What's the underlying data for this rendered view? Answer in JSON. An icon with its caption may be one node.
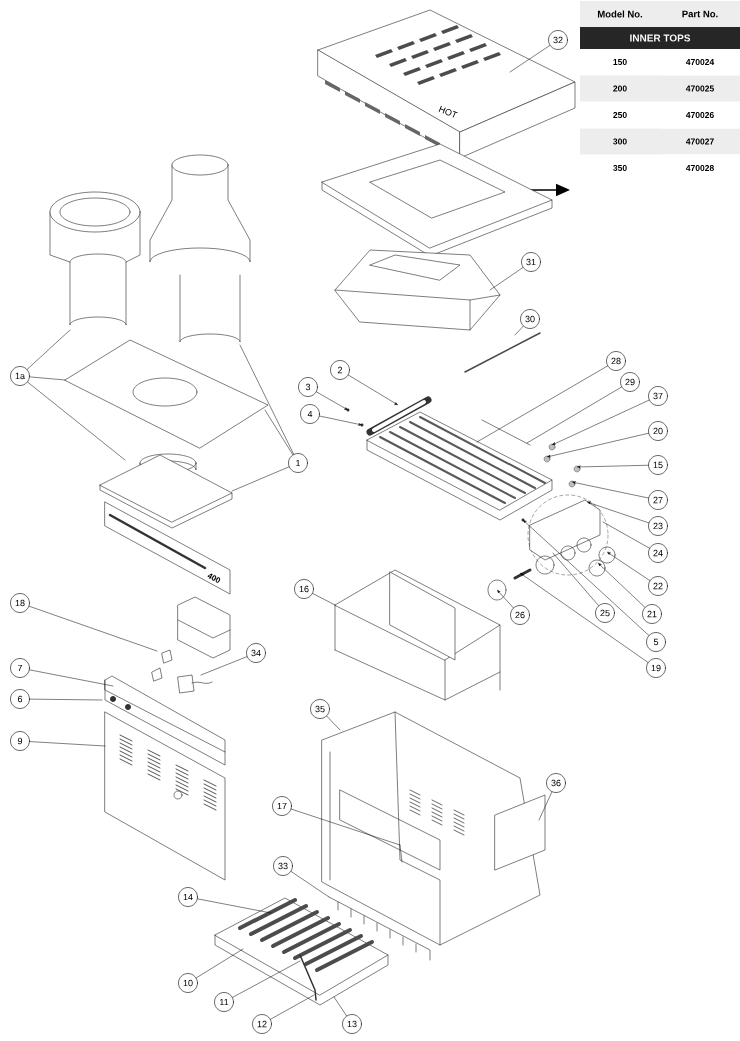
{
  "diagram": {
    "nodes": [
      {
        "text": [
          "32"
        ]
      },
      {
        "text": [
          "31"
        ]
      },
      {
        "text": [
          "30"
        ]
      },
      {
        "text": [
          "2"
        ]
      },
      {
        "text": [
          "28"
        ]
      },
      {
        "text": [
          "1a"
        ]
      },
      {
        "text": [
          "29"
        ]
      },
      {
        "text": [
          "3"
        ]
      },
      {
        "text": [
          "37"
        ]
      },
      {
        "text": [
          "4"
        ]
      },
      {
        "text": [
          "20"
        ]
      },
      {
        "text": [
          "1"
        ]
      },
      {
        "text": [
          "15"
        ]
      },
      {
        "text": [
          "27"
        ]
      },
      {
        "text": [
          "23"
        ]
      },
      {
        "text": [
          "24"
        ]
      },
      {
        "text": [
          "22"
        ]
      },
      {
        "text": [
          "16"
        ]
      },
      {
        "text": [
          "18"
        ]
      },
      {
        "text": [
          "21"
        ]
      },
      {
        "text": [
          "25"
        ]
      },
      {
        "text": [
          "26"
        ]
      },
      {
        "text": [
          "5"
        ]
      },
      {
        "text": [
          "34"
        ]
      },
      {
        "text": [
          "19"
        ]
      },
      {
        "text": [
          "7"
        ]
      },
      {
        "text": [
          "6"
        ]
      },
      {
        "text": [
          "35"
        ]
      },
      {
        "text": [
          "9"
        ]
      },
      {
        "text": [
          "36"
        ]
      },
      {
        "text": [
          "17"
        ]
      },
      {
        "text": [
          "33"
        ]
      },
      {
        "text": [
          "14"
        ]
      },
      {
        "text": [
          "10"
        ]
      },
      {
        "text": [
          "11"
        ]
      },
      {
        "text": [
          "12"
        ]
      },
      {
        "text": [
          "13"
        ]
      }
    ],
    "edges": [
      {
        "from": 0,
        "to": null,
        "arrow": "none"
      },
      {
        "from": 1,
        "to": null,
        "arrow": "none"
      },
      {
        "from": 2,
        "to": null,
        "arrow": "none"
      },
      {
        "from": 3,
        "to": null,
        "arrow": "to"
      },
      {
        "from": 4,
        "to": null,
        "arrow": "none"
      },
      {
        "from": 5,
        "to": null,
        "arrow": "none"
      },
      {
        "from": 5,
        "to": null,
        "arrow": "none"
      },
      {
        "from": 5,
        "to": null,
        "arrow": "none"
      },
      {
        "from": 6,
        "to": null,
        "arrow": "none"
      },
      {
        "from": 7,
        "to": null,
        "arrow": "to"
      },
      {
        "from": 8,
        "to": null,
        "arrow": "to"
      },
      {
        "from": 9,
        "to": null,
        "arrow": "to"
      },
      {
        "from": 10,
        "to": null,
        "arrow": "to"
      },
      {
        "from": 11,
        "to": null,
        "arrow": "none"
      },
      {
        "from": 11,
        "to": null,
        "arrow": "none"
      },
      {
        "from": 11,
        "to": null,
        "arrow": "none"
      },
      {
        "from": 12,
        "to": null,
        "arrow": "to"
      },
      {
        "from": 13,
        "to": null,
        "arrow": "to"
      },
      {
        "from": 14,
        "to": null,
        "arrow": "to"
      },
      {
        "from": 15,
        "to": null,
        "arrow": "none"
      },
      {
        "from": 16,
        "to": null,
        "arrow": "to"
      },
      {
        "from": 17,
        "to": null,
        "arrow": "none"
      },
      {
        "from": 18,
        "to": null,
        "arrow": "none"
      },
      {
        "from": 19,
        "to": null,
        "arrow": "to"
      },
      {
        "from": 20,
        "to": null,
        "arrow": "none"
      },
      {
        "from": 21,
        "to": null,
        "arrow": "to"
      },
      {
        "from": 22,
        "to": null,
        "arrow": "to"
      },
      {
        "from": 23,
        "to": null,
        "arrow": "none"
      },
      {
        "from": 24,
        "to": null,
        "arrow": "to"
      },
      {
        "from": 25,
        "to": null,
        "arrow": "none"
      },
      {
        "from": 26,
        "to": null,
        "arrow": "none"
      },
      {
        "from": 27,
        "to": null,
        "arrow": "none"
      },
      {
        "from": 28,
        "to": null,
        "arrow": "none"
      },
      {
        "from": 29,
        "to": null,
        "arrow": "none"
      },
      {
        "from": 30,
        "to": null,
        "arrow": "none"
      },
      {
        "from": 31,
        "to": null,
        "arrow": "none"
      },
      {
        "from": 32,
        "to": null,
        "arrow": "none"
      },
      {
        "from": 33,
        "to": null,
        "arrow": "none"
      },
      {
        "from": 34,
        "to": null,
        "arrow": "none"
      },
      {
        "from": 35,
        "to": null,
        "arrow": "none"
      },
      {
        "from": 36,
        "to": null,
        "arrow": "none"
      }
    ],
    "labels": [
      "Model No.",
      "Part No.",
      "INNER TOPS",
      "150",
      "470024",
      "200",
      "470025",
      "250",
      "470026",
      "300",
      "470027",
      "350",
      "470028",
      "HOT",
      "400"
    ]
  }
}
